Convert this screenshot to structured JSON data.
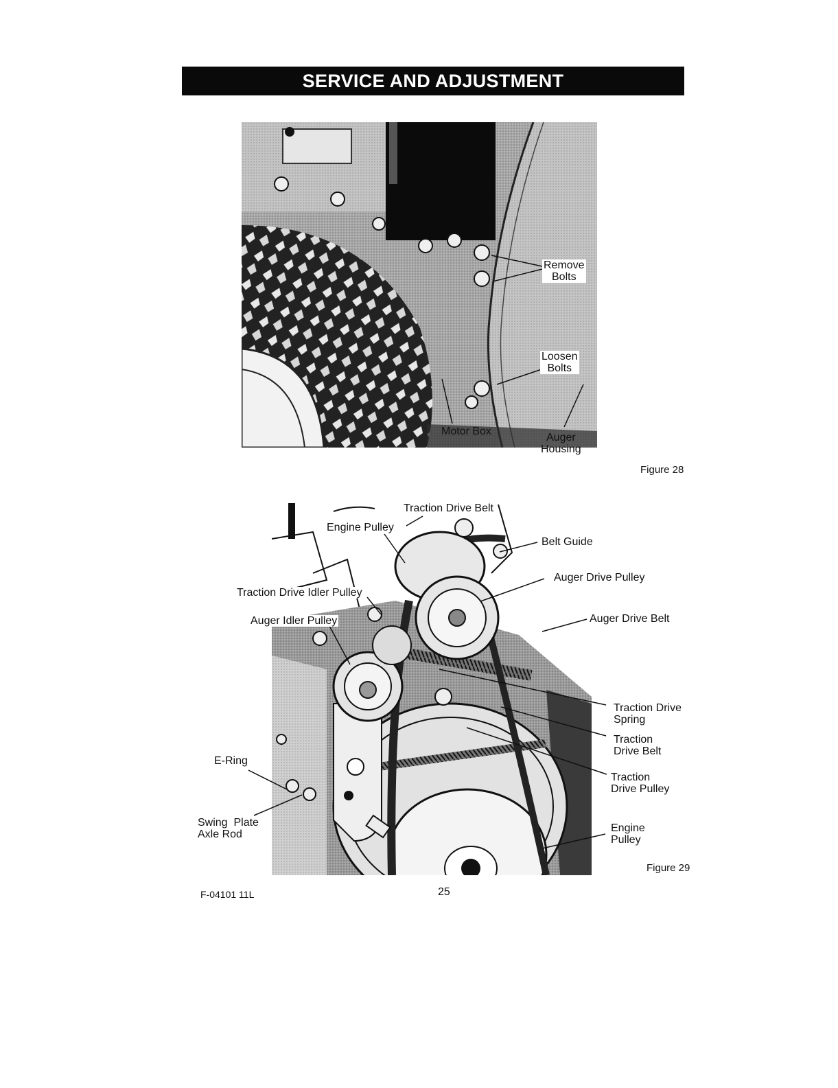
{
  "header": {
    "title": "SERVICE AND ADJUSTMENT"
  },
  "figure28": {
    "caption": "Figure 28",
    "labels": {
      "remove_bolts": "Remove\nBolts",
      "loosen_bolts": "Loosen\nBolts",
      "motor_box": "Motor Box",
      "auger_housing": "Auger\nHousing"
    }
  },
  "figure29": {
    "caption": "Figure 29",
    "labels": {
      "traction_drive_belt_top": "Traction Drive Belt",
      "engine_pulley_top": "Engine Pulley",
      "belt_guide": "Belt Guide",
      "auger_drive_pulley": "Auger Drive Pulley",
      "traction_drive_idler_pulley": "Traction Drive Idler Pulley",
      "auger_idler_pulley": "Auger Idler Pulley",
      "auger_drive_belt": "Auger Drive Belt",
      "traction_drive_spring": "Traction Drive\nSpring",
      "traction_drive_belt": "Traction\nDrive Belt",
      "traction_drive_pulley": "Traction\nDrive Pulley",
      "e_ring": "E-Ring",
      "swing_plate_axle_rod": "Swing  Plate\nAxle Rod",
      "engine_pulley_bottom": "Engine\nPulley"
    }
  },
  "footer": {
    "doc_number": "F-04101 11L",
    "page_number": "25"
  }
}
